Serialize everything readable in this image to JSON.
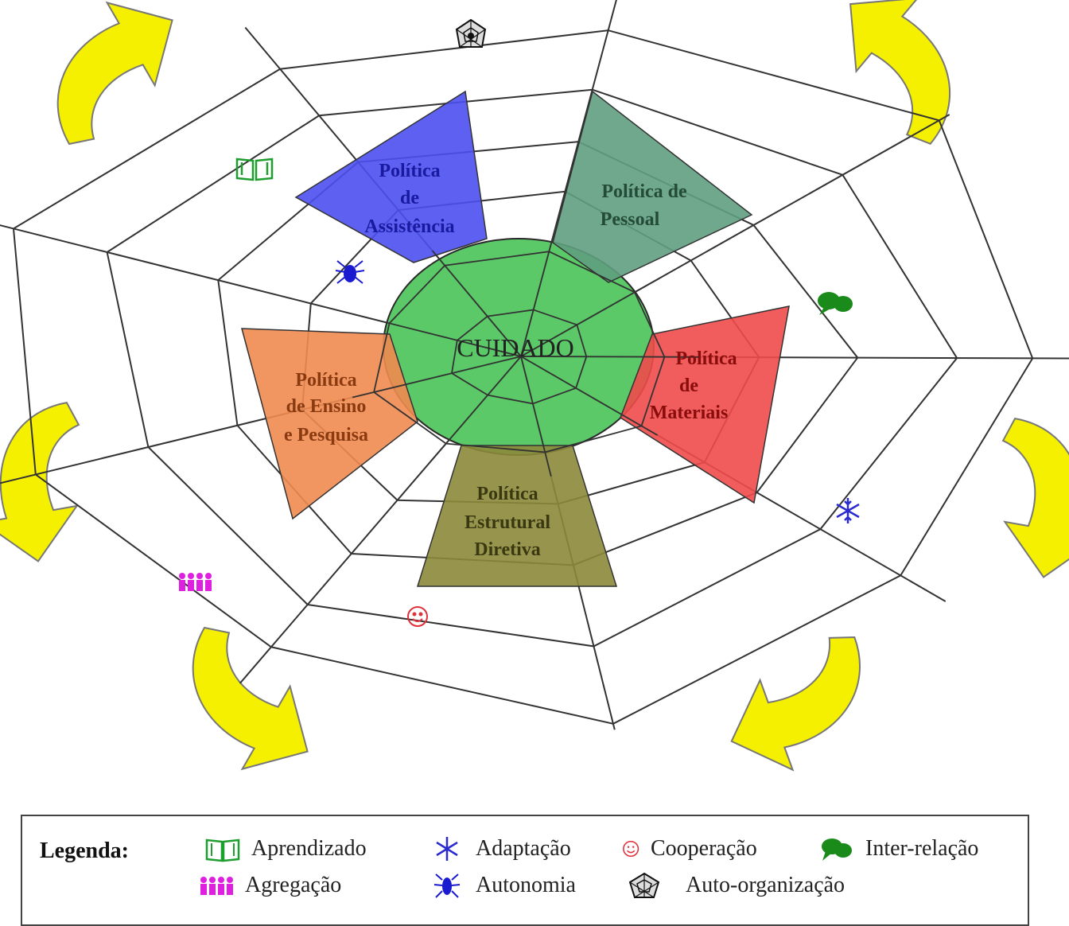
{
  "center_label": "CUIDADO",
  "policies": {
    "assistencia": [
      "Política",
      "de",
      "Assistência"
    ],
    "pessoal": [
      "Política de",
      "Pessoal"
    ],
    "materiais": [
      "Política",
      "de",
      "Materiais"
    ],
    "estrutural": [
      "Política",
      "Estrutural",
      "Diretiva"
    ],
    "ensino": [
      "Política",
      "de Ensino",
      "e Pesquisa"
    ]
  },
  "colors": {
    "assistencia": "#4b4ff0",
    "pessoal": "#5f9e80",
    "materiais": "#f04a4a",
    "estrutural": "#8c8a3a",
    "ensino": "#f08a50",
    "center": "#3fbf4f",
    "arrow": "#f5f000"
  },
  "legend": {
    "title": "Legenda:",
    "items": [
      {
        "icon": "book-icon",
        "label": "Aprendizado"
      },
      {
        "icon": "snowflake-icon",
        "label": "Adaptação"
      },
      {
        "icon": "smiley-icon",
        "label": "Cooperação"
      },
      {
        "icon": "chat-bubbles-icon",
        "label": "Inter-relação"
      },
      {
        "icon": "people-group-icon",
        "label": "Agregação"
      },
      {
        "icon": "spider-icon",
        "label": "Autonomia"
      },
      {
        "icon": "spiderweb-icon",
        "label": "Auto-organização"
      }
    ]
  }
}
